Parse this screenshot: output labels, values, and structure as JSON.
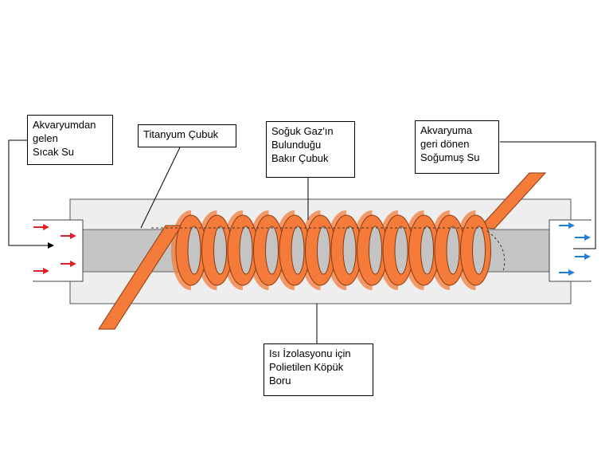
{
  "labels": {
    "inlet": {
      "lines": [
        "Akvaryumdan",
        "gelen",
        "Sıcak Su"
      ]
    },
    "titanium": {
      "lines": [
        "Titanyum Çubuk"
      ]
    },
    "copper": {
      "lines": [
        "Soğuk Gaz'ın",
        "Bulunduğu",
        "Bakır Çubuk"
      ]
    },
    "outlet": {
      "lines": [
        "Akvaryuma",
        "geri dönen",
        "Soğumuş Su"
      ]
    },
    "insulation": {
      "lines": [
        "Isı İzolasyonu için",
        "Polietilen Köpük",
        "Boru"
      ]
    }
  },
  "colors": {
    "coil": "#f47b3a",
    "coil_stroke": "#8a3a10",
    "foam": "#eeeeee",
    "rod": "#c4c4c4",
    "hot_arrow": "#e0202a",
    "cold_arrow": "#1f7fd6"
  }
}
